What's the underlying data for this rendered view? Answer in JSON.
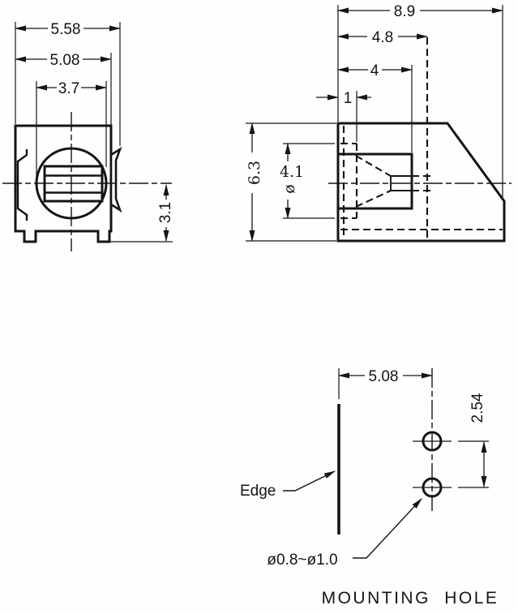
{
  "drawing": {
    "front_view": {
      "dim_overall_width": "5.58",
      "dim_body_width": "5.08",
      "dim_lens_diameter": "3.7",
      "dim_centerline_to_base": "3.1"
    },
    "side_view": {
      "dim_overall_depth": "8.9",
      "dim_hidden_depth": "4.8",
      "dim_front_block_depth": "4",
      "dim_bore_depth": "1",
      "dim_height": "6.3",
      "dim_bore_diameter_value": "4.1",
      "diameter_symbol": "ø"
    },
    "mounting_view": {
      "dim_edge_to_holes": "5.08",
      "dim_hole_pitch": "2.54",
      "edge_label": "Edge",
      "hole_diameter_label": "ø0.8~ø1.0",
      "title": "MOUNTING HOLE"
    }
  }
}
